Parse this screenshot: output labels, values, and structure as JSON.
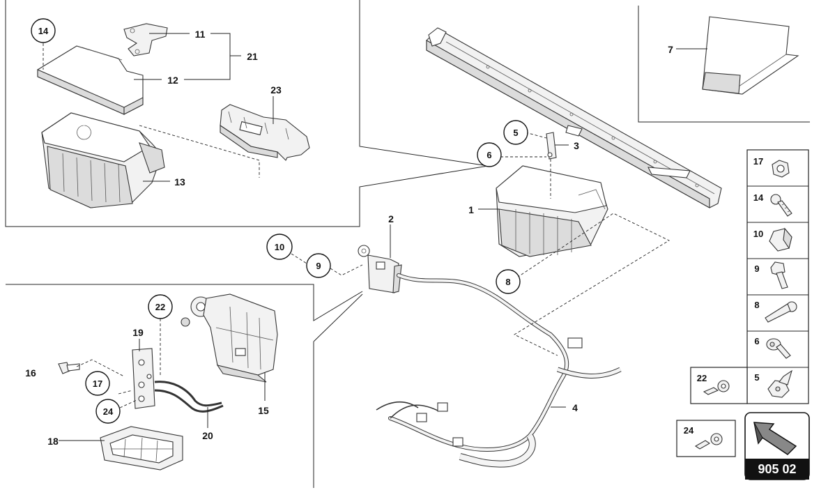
{
  "callouts": {
    "c1": "1",
    "c2": "2",
    "c3": "3",
    "c4": "4",
    "c5": "5",
    "c6": "6",
    "c7": "7",
    "c8": "8",
    "c9": "9",
    "c10": "10",
    "c11": "11",
    "c12": "12",
    "c13": "13",
    "c14": "14",
    "c15": "15",
    "c16": "16",
    "c17": "17",
    "c18": "18",
    "c19": "19",
    "c20": "20",
    "c21": "21",
    "c22": "22",
    "c23": "23",
    "c24": "24"
  },
  "legend": {
    "items": [
      {
        "label": "17",
        "icon": "nut-icon"
      },
      {
        "label": "14",
        "icon": "screw-icon"
      },
      {
        "label": "10",
        "icon": "cap-nut-icon"
      },
      {
        "label": "9",
        "icon": "bolt-icon"
      },
      {
        "label": "8",
        "icon": "long-screw-icon"
      },
      {
        "label": "6",
        "icon": "torx-screw-icon"
      },
      {
        "label": "5",
        "icon": "flange-screw-icon"
      }
    ],
    "clip_22": "22",
    "clip_24": "24"
  },
  "badge": {
    "code": "905 02",
    "icon": "navigation-arrow-icon"
  }
}
